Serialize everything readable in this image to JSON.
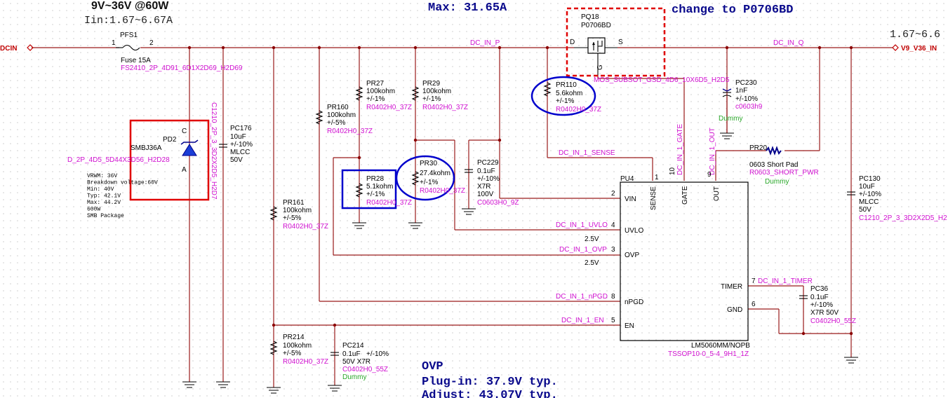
{
  "header": {
    "spec": "9V~36V @60W",
    "iin": "Iin:1.67~6.67A",
    "max": "Max: 31.65A",
    "change_note": "change to P0706BD",
    "iout_partial": "1.67~6.6"
  },
  "ports": {
    "left": "DCIN",
    "right": "V9_V36_IN"
  },
  "nets": {
    "dc_in_p": "DC_IN_P",
    "dc_in_q": "DC_IN_Q",
    "sense": "DC_IN_1_SENSE",
    "gate": "DC_IN_1_GATE",
    "out": "DC_IN_1_OUT",
    "uvlo": "DC_IN_1_UVLO",
    "ovp": "DC_IN_1_OVP",
    "npgd": "DC_IN_1_nPGD",
    "en": "DC_IN_1_EN",
    "timer": "DC_IN_1_TIMER"
  },
  "components": {
    "pfs1": {
      "ref": "PFS1",
      "pin1": "1",
      "pin2": "2",
      "value": "Fuse 15A",
      "footprint": "FS2410_2P_4D91_6D1X2D69_H2D69"
    },
    "pd2": {
      "ref": "PD2",
      "value": "SMBJ36A",
      "footprint": "D_2P_4D5_5D44X3D56_H2D28",
      "pin_c": "C",
      "pin_a": "A",
      "specs": [
        "VRWM: 36V",
        "Breakdown voltage:60V",
        "Min: 40V",
        "Typ: 42.1V",
        "Max: 44.2V",
        "600W",
        "SMB Package"
      ]
    },
    "pc176": {
      "ref": "PC176",
      "l1": "10uF",
      "l2": "+/-10%",
      "l3": "MLCC",
      "l4": "50V",
      "footprint": "C1210_2P_3_3D2X2D5_H2D7"
    },
    "pr160": {
      "ref": "PR160",
      "l1": "100kohm",
      "l2": "+/-5%",
      "footprint": "R0402H0_37Z"
    },
    "pr27": {
      "ref": "PR27",
      "l1": "100kohm",
      "l2": "+/-1%",
      "footprint": "R0402H0_37Z"
    },
    "pr29": {
      "ref": "PR29",
      "l1": "100kohm",
      "l2": "+/-1%",
      "footprint": "R0402H0_37Z"
    },
    "pr28": {
      "ref": "PR28",
      "l1": "5.1kohm",
      "l2": "+/-1%",
      "footprint": "R0402H0_37Z"
    },
    "pr30": {
      "ref": "PR30",
      "l1": "27.4kohm",
      "l2": "+/-1%",
      "footprint": "R0402H0_37Z"
    },
    "pc229": {
      "ref": "PC229",
      "l1": "0.1uF",
      "l2": "+/-10%",
      "l3": "X7R",
      "l4": "100V",
      "footprint": "C0603H0_9Z"
    },
    "pr161": {
      "ref": "PR161",
      "l1": "100kohm",
      "l2": "+/-5%",
      "footprint": "R0402H0_37Z"
    },
    "pr214": {
      "ref": "PR214",
      "l1": "100kohm",
      "l2": "+/-5%",
      "footprint": "R0402H0_37Z"
    },
    "pc214": {
      "ref": "PC214",
      "l1": "0.1uF",
      "l1b": "+/-10%",
      "l2": "50V X7R",
      "footprint": "C0402H0_55Z",
      "dummy": "Dummy"
    },
    "pq18": {
      "ref": "PQ18",
      "value": "P0706BD",
      "pin_d": "D",
      "pin_s": "S",
      "pin_g": "G",
      "footprint": "MOS_SUBSOT_GSD_4D6_10X6D5_H2D5"
    },
    "pr110": {
      "ref": "PR110",
      "l1": "5.6kohm",
      "l2": "+/-1%",
      "footprint": "R0402H0_37Z"
    },
    "pc230": {
      "ref": "PC230",
      "l1": "1nF",
      "l2": "+/-10%",
      "footprint": "c0603h9",
      "dummy": "Dummy"
    },
    "pr20": {
      "ref": "PR20",
      "l1": "0603 Short Pad",
      "footprint": "R0603_SHORT_PWR",
      "dummy": "Dummy"
    },
    "pc130": {
      "ref": "PC130",
      "l1": "10uF",
      "l2": "+/-10%",
      "l3": "MLCC",
      "l4": "50V",
      "footprint": "C1210_2P_3_3D2X2D5_H2"
    },
    "pc36": {
      "ref": "PC36",
      "l1": "0.1uF",
      "l2": "+/-10%",
      "l3": "X7R 50V",
      "footprint": "C0402H0_55Z"
    }
  },
  "ic": {
    "ref": "PU4",
    "part": "LM5060MM/NOPB",
    "footprint": "TSSOP10-0_5-4_9H1_1Z",
    "pins": {
      "vin": {
        "name": "VIN",
        "num": "2"
      },
      "uvlo": {
        "name": "UVLO",
        "num": "4"
      },
      "ovp": {
        "name": "OVP",
        "num": "3"
      },
      "npgd": {
        "name": "nPGD",
        "num": "8"
      },
      "en": {
        "name": "EN",
        "num": "5"
      },
      "sense": {
        "name": "SENSE",
        "num": "1"
      },
      "gate": {
        "name": "GATE",
        "num": "10"
      },
      "out": {
        "name": "OUT",
        "num": "9"
      },
      "timer": {
        "name": "TIMER",
        "num": "7"
      },
      "gnd": {
        "name": "GND",
        "num": "6"
      }
    }
  },
  "thresholds": {
    "uvlo": "2.5V",
    "ovp": "2.5V"
  },
  "notes": {
    "ovp_title": "OVP",
    "plug_in": "Plug-in: 37.9V typ.",
    "adjust": "Adjust: 43.07V typ."
  },
  "colors": {
    "wire": "#9a1a1a",
    "netlabel": "#d010d0",
    "highlight_red": "#e00000",
    "highlight_blue": "#0000cc",
    "note_text": "#0a0a8c"
  }
}
